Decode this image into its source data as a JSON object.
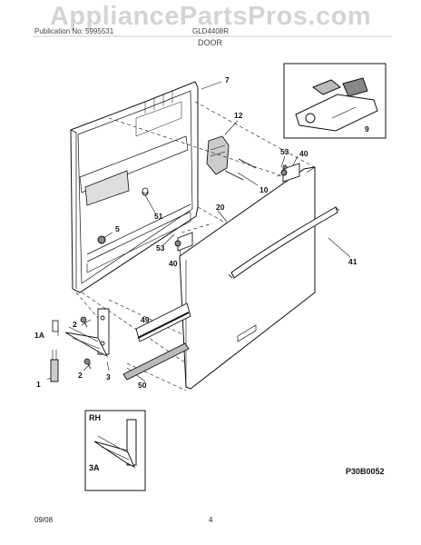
{
  "watermark": "AppliancePartsPros.com",
  "header": {
    "left": "Publication No: 5995531",
    "right": "GLD4408R",
    "section": "DOOR"
  },
  "callouts": {
    "c1": "1",
    "c1a": "1A",
    "c2a": "2",
    "c2b": "2",
    "c3": "3",
    "c3a": "3A",
    "c5": "5",
    "c7": "7",
    "c9": "9",
    "c10": "10",
    "c12": "12",
    "c20": "20",
    "c40a": "40",
    "c40b": "40",
    "c41": "41",
    "c49": "49",
    "c50": "50",
    "c51": "51",
    "c53a": "53",
    "c53b": "53"
  },
  "inset_label": "RH",
  "figure_code": "P30B0052",
  "footer": {
    "date": "09/08",
    "page": "4"
  }
}
